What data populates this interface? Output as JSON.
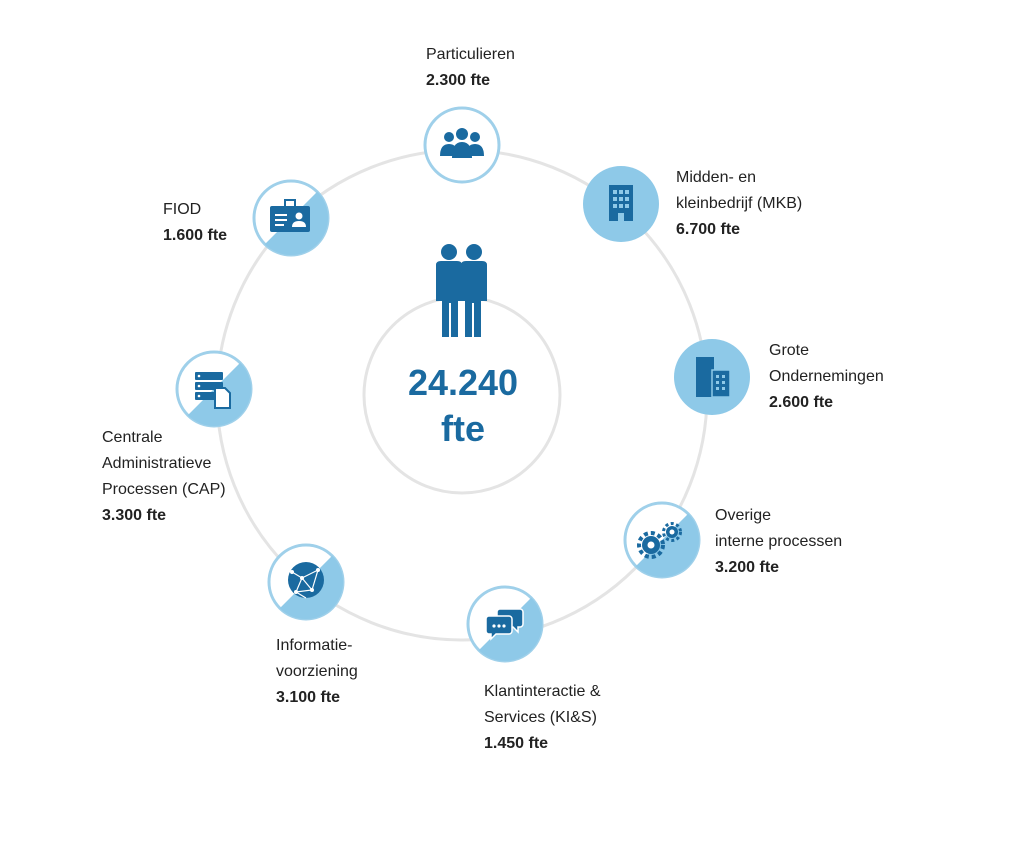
{
  "center": {
    "value": "24.240",
    "unit": "fte"
  },
  "units": [
    {
      "id": "particulieren",
      "label": "Particulieren",
      "fte": "2.300 fte",
      "icon": "people-group-icon",
      "style": "outline"
    },
    {
      "id": "mkb",
      "label": "Midden- en\nkleinbedrijf (MKB)",
      "fte": "6.700 fte",
      "icon": "office-building-icon",
      "style": "filled"
    },
    {
      "id": "grote-ondernemingen",
      "label": "Grote\nOndernemingen",
      "fte": "2.600 fte",
      "icon": "city-buildings-icon",
      "style": "filled"
    },
    {
      "id": "overige",
      "label": "Overige\ninterne processen",
      "fte": "3.200 fte",
      "icon": "gears-icon",
      "style": "split"
    },
    {
      "id": "kis",
      "label": "Klantinteractie &\nServices (KI&S)",
      "fte": "1.450 fte",
      "icon": "chat-bubbles-icon",
      "style": "split"
    },
    {
      "id": "informatievoorziening",
      "label": "Informatie-\nvoorziening",
      "fte": "3.100 fte",
      "icon": "network-globe-icon",
      "style": "split"
    },
    {
      "id": "cap",
      "label": "Centrale\nAdministratieve\nProcessen (CAP)",
      "fte": "3.300 fte",
      "icon": "server-document-icon",
      "style": "split"
    },
    {
      "id": "fiod",
      "label": "FIOD",
      "fte": "1.600 fte",
      "icon": "id-badge-icon",
      "style": "split"
    }
  ],
  "colors": {
    "dark_blue": "#1a6aa0",
    "light_blue": "#8ec9e8",
    "ring": "#e2e2e2",
    "outline": "#9fd0ea"
  }
}
